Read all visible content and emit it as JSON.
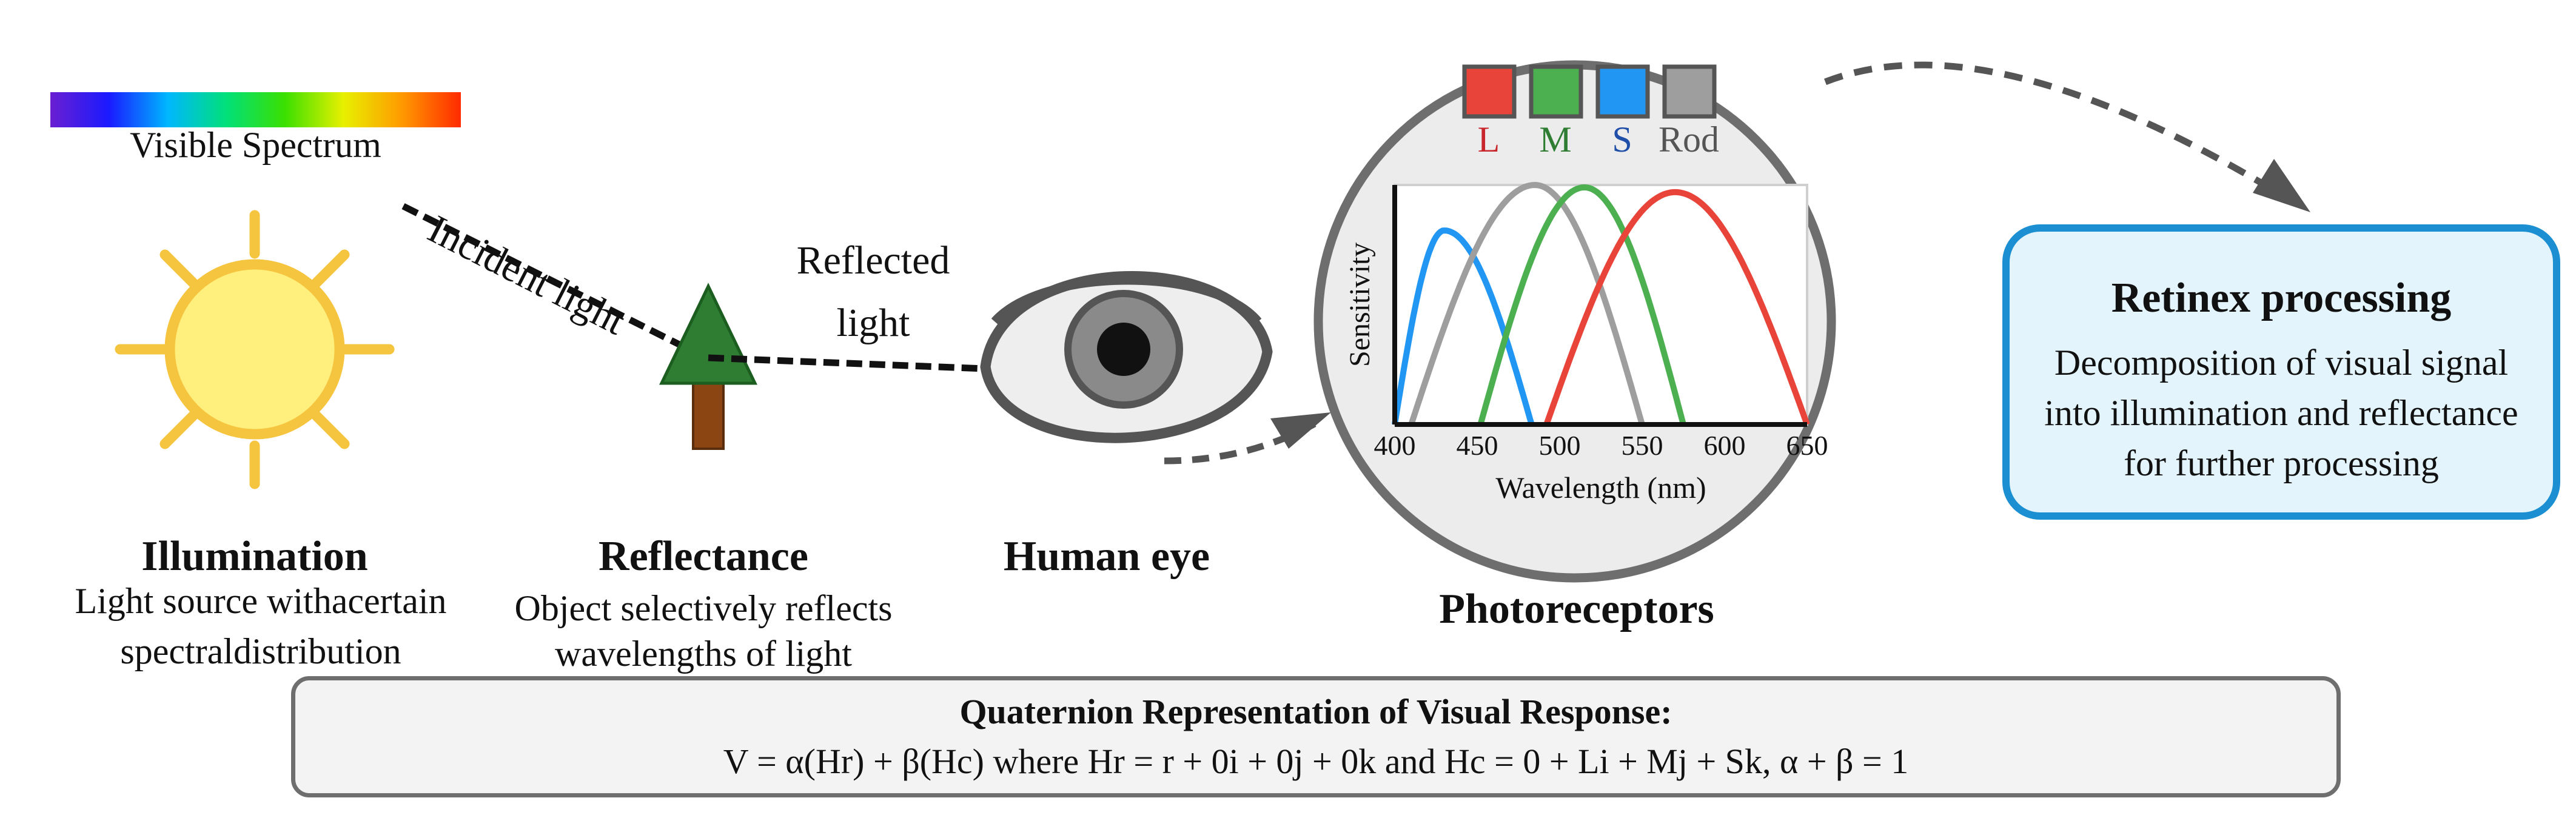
{
  "spectrum": {
    "label": "Visible Spectrum",
    "colors": [
      "#6a1fd1",
      "#1a1aff",
      "#00b7ff",
      "#00e07a",
      "#3be000",
      "#e8f000",
      "#ff9900",
      "#ff2a00"
    ]
  },
  "labels": {
    "incident_light": "Incident light",
    "reflected_light_1": "Reflected",
    "reflected_light_2": "light"
  },
  "illumination": {
    "title": "Illumination",
    "desc_1": "Light source withacertain",
    "desc_2": "spectraldistribution"
  },
  "reflectance": {
    "title": "Reflectance",
    "desc_1": "Object selectively reflects",
    "desc_2": "wavelengths of light"
  },
  "eye": {
    "title": "Human eye"
  },
  "photoreceptors": {
    "title": "Photoreceptors",
    "legend": [
      {
        "label": "L",
        "color": "#e8443a",
        "text_color": "#c8262b"
      },
      {
        "label": "M",
        "color": "#4caf50",
        "text_color": "#2e7d32"
      },
      {
        "label": "S",
        "color": "#2196f3",
        "text_color": "#1f4fa8"
      },
      {
        "label": "Rod",
        "color": "#9e9e9e",
        "text_color": "#555555"
      }
    ]
  },
  "chart_data": {
    "type": "line",
    "xlabel": "Wavelength (nm)",
    "ylabel": "Sensitivity",
    "xlim": [
      400,
      650
    ],
    "ylim": [
      0,
      1
    ],
    "xticks": [
      400,
      450,
      500,
      550,
      600,
      650
    ],
    "xtick_labels": [
      "400",
      "450",
      "500",
      "550",
      "600",
      "650"
    ],
    "series": [
      {
        "name": "S",
        "color": "#2196f3",
        "peak": 430,
        "range": [
          400,
          483
        ],
        "amplitude": 0.81
      },
      {
        "name": "Rod",
        "color": "#9e9e9e",
        "peak": 485,
        "range": [
          410,
          550
        ],
        "amplitude": 1.0
      },
      {
        "name": "M",
        "color": "#4caf50",
        "peak": 515,
        "range": [
          452,
          575
        ],
        "amplitude": 0.99
      },
      {
        "name": "L",
        "color": "#e8443a",
        "peak": 570,
        "range": [
          492,
          650
        ],
        "amplitude": 0.97
      }
    ]
  },
  "retinex": {
    "title": "Retinex processing",
    "desc_1": "Decomposition of visual signal",
    "desc_2": "into illumination and reflectance",
    "desc_3": "for further processing"
  },
  "quaternion": {
    "title": "Quaternion Representation of Visual Response:",
    "formula": "V = α(Hr) + β(Hc) where Hr = r + 0i + 0j + 0k and Hc = 0 + Li + Mj + Sk, α + β = 1"
  }
}
